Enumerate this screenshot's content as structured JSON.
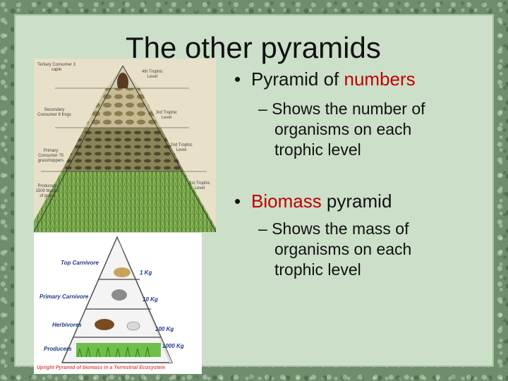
{
  "slide": {
    "title": "The other pyramids",
    "bullet1": {
      "highlight": "numbers",
      "prefix": "Pyramid of "
    },
    "sub1": [
      "– Shows the number of",
      "organisms on each",
      "trophic level"
    ],
    "bullet2": {
      "highlight": "Biomass",
      "suffix": " pyramid"
    },
    "sub2": [
      "– Shows the mass of",
      "organisms on each",
      "trophic level"
    ]
  },
  "numbers_pyramid": {
    "left_labels": [
      "Tertiary Consumer 3 caple",
      "Secondary Consumer 8 frogs",
      "Primary Consumer 75 grasshoppers",
      "Producers 1500 blades of grass"
    ],
    "right_labels": [
      "4th Trophic Level",
      "3rd Trophic Level",
      "2nd Trophic Level",
      "1st Trophic Level"
    ]
  },
  "biomass_pyramid": {
    "levels": [
      "Top Carnivore",
      "Primary Carnivore",
      "Herbivores",
      "Producers"
    ],
    "weights": [
      "1 Kg",
      "10 Kg",
      "100 Kg",
      "1000 Kg"
    ],
    "caption": "Upright Pyramid of biomass in a Terrestrial Ecosystem"
  },
  "colors": {
    "highlight": "#c00000",
    "panel": "#ccdfc9",
    "border": "#6f8f6c"
  }
}
